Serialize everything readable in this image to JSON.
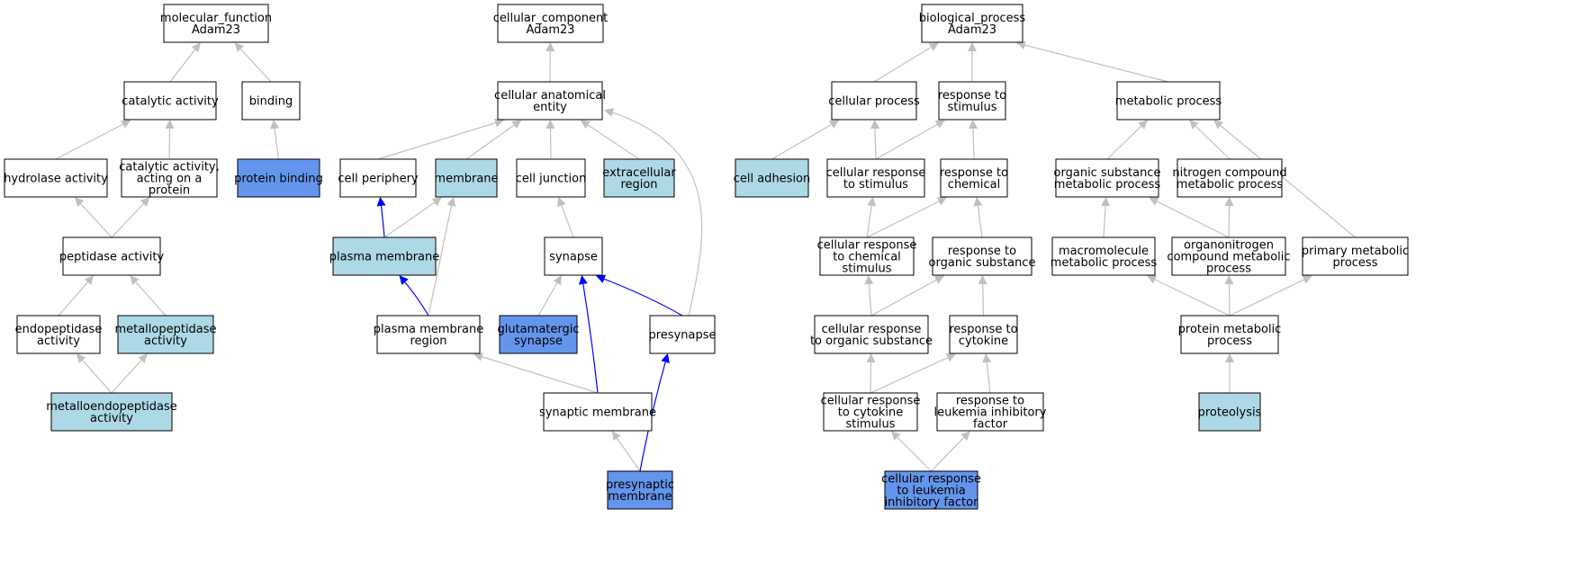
{
  "colors": {
    "default": "#ffffff",
    "light": "#add8e6",
    "dark": "#6495ed",
    "edge_gray": "#c0c0c0",
    "edge_blue": "#0000ff"
  },
  "nodes": [
    {
      "id": "mf",
      "lines": [
        "molecular_function",
        "Adam23"
      ],
      "fill": "default"
    },
    {
      "id": "catalytic",
      "lines": [
        "catalytic activity"
      ],
      "fill": "default"
    },
    {
      "id": "binding",
      "lines": [
        "binding"
      ],
      "fill": "default"
    },
    {
      "id": "hydrolase",
      "lines": [
        "hydrolase activity"
      ],
      "fill": "default"
    },
    {
      "id": "catprot",
      "lines": [
        "catalytic activity,",
        "acting on a",
        "protein"
      ],
      "fill": "default"
    },
    {
      "id": "protbind",
      "lines": [
        "protein binding"
      ],
      "fill": "dark"
    },
    {
      "id": "peptidase",
      "lines": [
        "peptidase activity"
      ],
      "fill": "default"
    },
    {
      "id": "endopep",
      "lines": [
        "endopeptidase",
        "activity"
      ],
      "fill": "default"
    },
    {
      "id": "metallopep",
      "lines": [
        "metallopeptidase",
        "activity"
      ],
      "fill": "light"
    },
    {
      "id": "metalloendo",
      "lines": [
        "metalloendopeptidase",
        "activity"
      ],
      "fill": "light"
    },
    {
      "id": "cc",
      "lines": [
        "cellular_component",
        "Adam23"
      ],
      "fill": "default"
    },
    {
      "id": "cae",
      "lines": [
        "cellular anatomical",
        "entity"
      ],
      "fill": "default"
    },
    {
      "id": "cellper",
      "lines": [
        "cell periphery"
      ],
      "fill": "default"
    },
    {
      "id": "membrane",
      "lines": [
        "membrane"
      ],
      "fill": "light"
    },
    {
      "id": "celljunc",
      "lines": [
        "cell junction"
      ],
      "fill": "default"
    },
    {
      "id": "extracell",
      "lines": [
        "extracellular",
        "region"
      ],
      "fill": "light"
    },
    {
      "id": "plasmamem",
      "lines": [
        "plasma membrane"
      ],
      "fill": "light"
    },
    {
      "id": "synapse",
      "lines": [
        "synapse"
      ],
      "fill": "default"
    },
    {
      "id": "pmregion",
      "lines": [
        "plasma membrane",
        "region"
      ],
      "fill": "default"
    },
    {
      "id": "glutsyn",
      "lines": [
        "glutamatergic",
        "synapse"
      ],
      "fill": "dark"
    },
    {
      "id": "presyn",
      "lines": [
        "presynapse"
      ],
      "fill": "default"
    },
    {
      "id": "synmem",
      "lines": [
        "synaptic membrane"
      ],
      "fill": "default"
    },
    {
      "id": "presynmem",
      "lines": [
        "presynaptic",
        "membrane"
      ],
      "fill": "dark"
    },
    {
      "id": "bp",
      "lines": [
        "biological_process",
        "Adam23"
      ],
      "fill": "default"
    },
    {
      "id": "cellproc",
      "lines": [
        "cellular process"
      ],
      "fill": "default"
    },
    {
      "id": "respstim",
      "lines": [
        "response to",
        "stimulus"
      ],
      "fill": "default"
    },
    {
      "id": "metab",
      "lines": [
        "metabolic process"
      ],
      "fill": "default"
    },
    {
      "id": "celladh",
      "lines": [
        "cell adhesion"
      ],
      "fill": "light"
    },
    {
      "id": "cellrespstim",
      "lines": [
        "cellular response",
        "to stimulus"
      ],
      "fill": "default"
    },
    {
      "id": "respchem",
      "lines": [
        "response to",
        "chemical"
      ],
      "fill": "default"
    },
    {
      "id": "orgsub",
      "lines": [
        "organic substance",
        "metabolic process"
      ],
      "fill": "default"
    },
    {
      "id": "nitro",
      "lines": [
        "nitrogen compound",
        "metabolic process"
      ],
      "fill": "default"
    },
    {
      "id": "cellrespchem",
      "lines": [
        "cellular response",
        "to chemical",
        "stimulus"
      ],
      "fill": "default"
    },
    {
      "id": "resporg",
      "lines": [
        "response to",
        "organic substance"
      ],
      "fill": "default"
    },
    {
      "id": "macro",
      "lines": [
        "macromolecule",
        "metabolic process"
      ],
      "fill": "default"
    },
    {
      "id": "orgnitro",
      "lines": [
        "organonitrogen",
        "compound metabolic",
        "process"
      ],
      "fill": "default"
    },
    {
      "id": "primary",
      "lines": [
        "primary metabolic",
        "process"
      ],
      "fill": "default"
    },
    {
      "id": "cellresporg",
      "lines": [
        "cellular response",
        "to organic substance"
      ],
      "fill": "default"
    },
    {
      "id": "respcyt",
      "lines": [
        "response to",
        "cytokine"
      ],
      "fill": "default"
    },
    {
      "id": "protmet",
      "lines": [
        "protein metabolic",
        "process"
      ],
      "fill": "default"
    },
    {
      "id": "cellrespcyt",
      "lines": [
        "cellular response",
        "to cytokine",
        "stimulus"
      ],
      "fill": "default"
    },
    {
      "id": "resplif",
      "lines": [
        "response to",
        "leukemia inhibitory",
        "factor"
      ],
      "fill": "default"
    },
    {
      "id": "proteolysis",
      "lines": [
        "proteolysis"
      ],
      "fill": "light"
    },
    {
      "id": "cellresplif",
      "lines": [
        "cellular response",
        "to leukemia",
        "inhibitory factor"
      ],
      "fill": "dark"
    }
  ],
  "edges": [
    {
      "from": "catalytic",
      "to": "mf",
      "color": "gray"
    },
    {
      "from": "binding",
      "to": "mf",
      "color": "gray"
    },
    {
      "from": "hydrolase",
      "to": "catalytic",
      "color": "gray"
    },
    {
      "from": "catprot",
      "to": "catalytic",
      "color": "gray"
    },
    {
      "from": "protbind",
      "to": "binding",
      "color": "gray"
    },
    {
      "from": "peptidase",
      "to": "hydrolase",
      "color": "gray"
    },
    {
      "from": "peptidase",
      "to": "catprot",
      "color": "gray"
    },
    {
      "from": "endopep",
      "to": "peptidase",
      "color": "gray"
    },
    {
      "from": "metallopep",
      "to": "peptidase",
      "color": "gray"
    },
    {
      "from": "metalloendo",
      "to": "endopep",
      "color": "gray"
    },
    {
      "from": "metalloendo",
      "to": "metallopep",
      "color": "gray"
    },
    {
      "from": "cae",
      "to": "cc",
      "color": "gray"
    },
    {
      "from": "cellper",
      "to": "cae",
      "color": "gray"
    },
    {
      "from": "membrane",
      "to": "cae",
      "color": "gray"
    },
    {
      "from": "celljunc",
      "to": "cae",
      "color": "gray"
    },
    {
      "from": "extracell",
      "to": "cae",
      "color": "gray"
    },
    {
      "from": "presyn",
      "to": "cae",
      "color": "gray",
      "curve": true
    },
    {
      "from": "plasmamem",
      "to": "cellper",
      "color": "blue"
    },
    {
      "from": "plasmamem",
      "to": "membrane",
      "color": "gray"
    },
    {
      "from": "pmregion",
      "to": "plasmamem",
      "color": "blue"
    },
    {
      "from": "pmregion",
      "to": "membrane",
      "color": "gray"
    },
    {
      "from": "synapse",
      "to": "celljunc",
      "color": "gray"
    },
    {
      "from": "glutsyn",
      "to": "synapse",
      "color": "gray"
    },
    {
      "from": "presyn",
      "to": "synapse",
      "color": "blue"
    },
    {
      "from": "synmem",
      "to": "synapse",
      "color": "blue"
    },
    {
      "from": "synmem",
      "to": "pmregion",
      "color": "gray"
    },
    {
      "from": "presynmem",
      "to": "synmem",
      "color": "gray"
    },
    {
      "from": "presynmem",
      "to": "presyn",
      "color": "blue"
    },
    {
      "from": "cellproc",
      "to": "bp",
      "color": "gray"
    },
    {
      "from": "respstim",
      "to": "bp",
      "color": "gray"
    },
    {
      "from": "metab",
      "to": "bp",
      "color": "gray"
    },
    {
      "from": "celladh",
      "to": "cellproc",
      "color": "gray"
    },
    {
      "from": "cellrespstim",
      "to": "cellproc",
      "color": "gray"
    },
    {
      "from": "cellrespstim",
      "to": "respstim",
      "color": "gray"
    },
    {
      "from": "respchem",
      "to": "respstim",
      "color": "gray"
    },
    {
      "from": "orgsub",
      "to": "metab",
      "color": "gray"
    },
    {
      "from": "nitro",
      "to": "metab",
      "color": "gray"
    },
    {
      "from": "primary",
      "to": "metab",
      "color": "gray"
    },
    {
      "from": "cellrespchem",
      "to": "cellrespstim",
      "color": "gray"
    },
    {
      "from": "cellrespchem",
      "to": "respchem",
      "color": "gray"
    },
    {
      "from": "resporg",
      "to": "respchem",
      "color": "gray"
    },
    {
      "from": "macro",
      "to": "orgsub",
      "color": "gray"
    },
    {
      "from": "orgnitro",
      "to": "orgsub",
      "color": "gray"
    },
    {
      "from": "orgnitro",
      "to": "nitro",
      "color": "gray"
    },
    {
      "from": "cellresporg",
      "to": "cellrespchem",
      "color": "gray"
    },
    {
      "from": "cellresporg",
      "to": "resporg",
      "color": "gray"
    },
    {
      "from": "respcyt",
      "to": "resporg",
      "color": "gray"
    },
    {
      "from": "protmet",
      "to": "macro",
      "color": "gray"
    },
    {
      "from": "protmet",
      "to": "orgnitro",
      "color": "gray"
    },
    {
      "from": "protmet",
      "to": "primary",
      "color": "gray"
    },
    {
      "from": "cellrespcyt",
      "to": "cellresporg",
      "color": "gray"
    },
    {
      "from": "cellrespcyt",
      "to": "respcyt",
      "color": "gray"
    },
    {
      "from": "resplif",
      "to": "respcyt",
      "color": "gray"
    },
    {
      "from": "proteolysis",
      "to": "protmet",
      "color": "gray"
    },
    {
      "from": "cellresplif",
      "to": "cellrespcyt",
      "color": "gray"
    },
    {
      "from": "cellresplif",
      "to": "resplif",
      "color": "gray"
    }
  ]
}
